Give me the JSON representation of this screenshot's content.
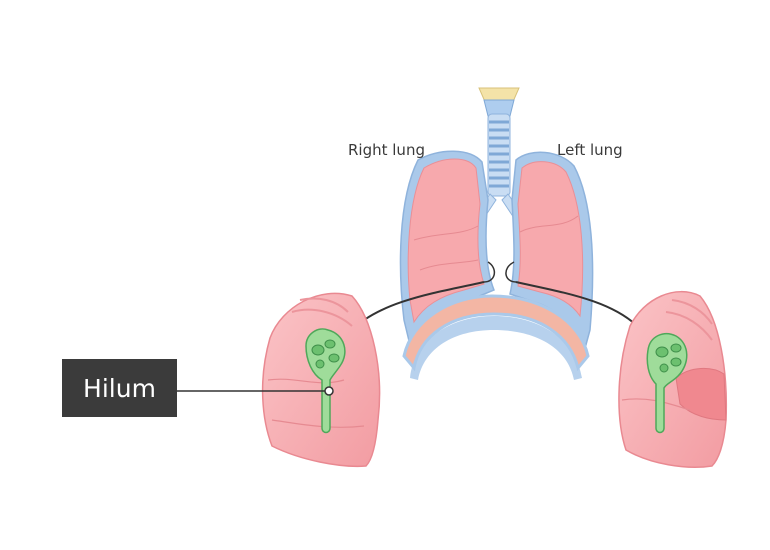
{
  "labels": {
    "right_lung": "Right lung",
    "left_lung": "Left lung"
  },
  "callout": {
    "text": "Hilum",
    "box_color": "#3b3b3b",
    "text_color": "#ffffff"
  },
  "colors": {
    "lung_fill": "#f7a9ad",
    "lung_outline": "#9fc3e6",
    "diaphragm": "#f3b6a4",
    "hilum_green": "#9fdc9a",
    "trachea": "#aecdef",
    "arrow": "#333333"
  }
}
